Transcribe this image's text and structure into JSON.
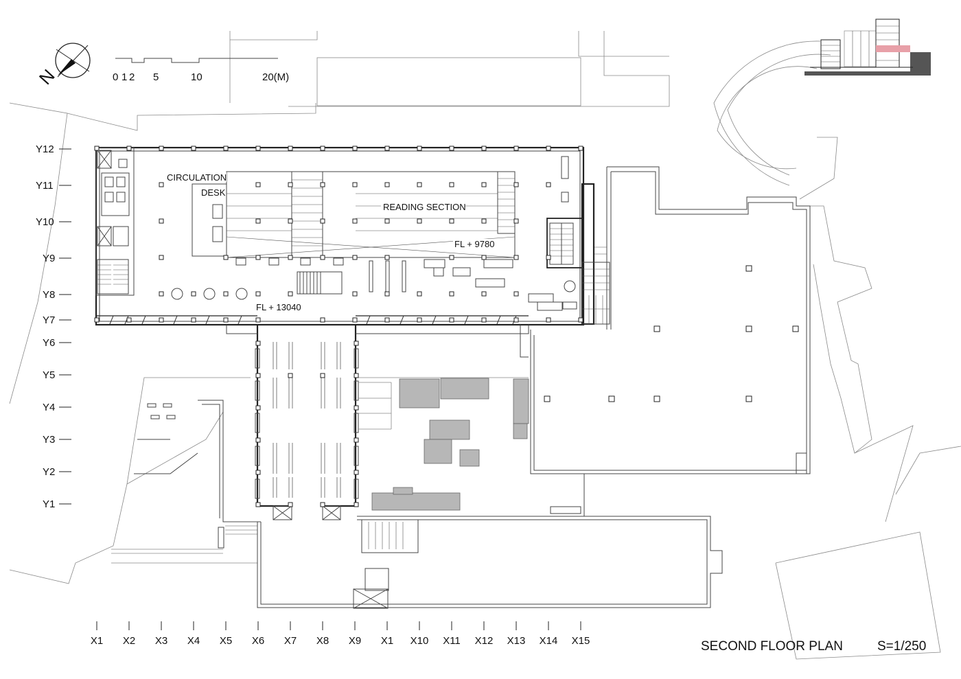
{
  "drawing": {
    "title": "SECOND FLOOR PLAN",
    "scale": "S=1/250"
  },
  "scale_bar": {
    "labels": [
      "0",
      "1",
      "2",
      "5",
      "10",
      "20(M)"
    ]
  },
  "north_arrow": {
    "letter": "N"
  },
  "rooms": {
    "circulation_line1": "CIRCULATION",
    "circulation_line2": "DESK",
    "reading_section": "READING SECTION"
  },
  "levels": {
    "upper": "FL + 9780",
    "lower": "FL + 13040"
  },
  "grid_x": [
    "X1",
    "X2",
    "X3",
    "X4",
    "X5",
    "X6",
    "X7",
    "X8",
    "X9",
    "X1",
    "X10",
    "X11",
    "X12",
    "X13",
    "X14",
    "X15"
  ],
  "grid_y": [
    "Y12",
    "Y11",
    "Y10",
    "Y9",
    "Y8",
    "Y7",
    "Y6",
    "Y5",
    "Y4",
    "Y3",
    "Y2",
    "Y1"
  ],
  "colors": {
    "ink": "#111111",
    "key_highlight": "#e8a0a8",
    "key_fill": "#555555"
  }
}
